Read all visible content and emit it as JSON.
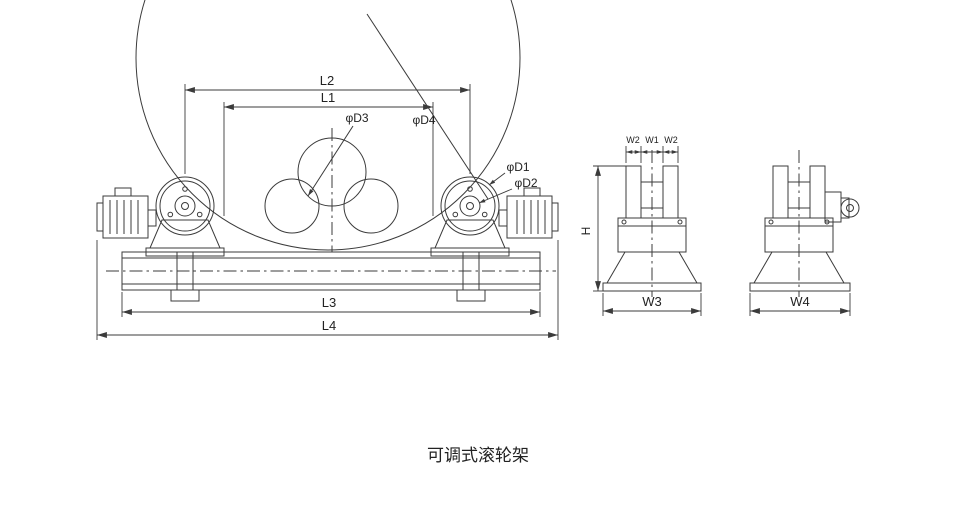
{
  "title": "可调式滚轮架",
  "front_view": {
    "dim_l1": "L1",
    "dim_l2": "L2",
    "dim_l3": "L3",
    "dim_l4": "L4",
    "dim_d1": "φD1",
    "dim_d2": "φD2",
    "dim_d3": "φD3",
    "dim_d4": "φD4"
  },
  "side_view_roller": {
    "dim_w2_left": "W2",
    "dim_w1": "W1",
    "dim_w2_right": "W2",
    "dim_h": "H",
    "dim_w3": "W3"
  },
  "side_view_drive": {
    "dim_w4": "W4"
  }
}
